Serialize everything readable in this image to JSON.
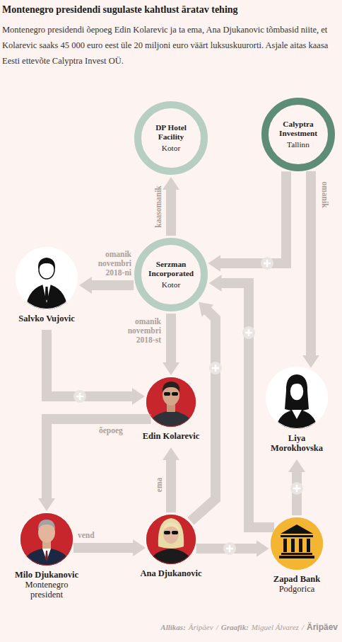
{
  "diagram": {
    "title": "Montenegro presidendi sugulaste kahtlust äratav tehing",
    "caption": "Montenegro presidendi õepoeg Edin Kolarevic ja ta ema, Ana Djukanovic tõmbasid niite, et Kolarevic saaks 45 000 euro eest üle 20 miljoni euro väärt luksuskuurorti. Asjale aitas kaasa Eesti ettevõte Calyptra Invest OÜ.",
    "nodes": [
      {
        "text": [
          "DP Hotel Facility",
          "Kotor"
        ]
      },
      {
        "text": [
          "Calyptra Investment",
          "Tallinn"
        ]
      },
      {
        "text": [
          "Serzman Incorporated",
          "Kotor"
        ]
      },
      {
        "text": [
          "Salvko Vujovic"
        ]
      },
      {
        "text": [
          "Edin Kolarevic"
        ]
      },
      {
        "text": [
          "Liya Morokhovska"
        ]
      },
      {
        "text": [
          "Milo Djukanovic",
          "Montenegro president"
        ]
      },
      {
        "text": [
          "Ana Djukanovic"
        ]
      },
      {
        "text": [
          "Zapad Bank",
          "Podgorica"
        ]
      }
    ],
    "edges": [
      {
        "from": 2,
        "to": 0,
        "label": "kaasomanik",
        "arrow": "to"
      },
      {
        "from": 2,
        "to": 3,
        "label": "omanik novembri 2018-ni",
        "arrow": "to"
      },
      {
        "from": 2,
        "to": 4,
        "label": "omanik novembri 2018-st",
        "arrow": "to"
      },
      {
        "from": 1,
        "to": 2,
        "arrow": "to"
      },
      {
        "from": 1,
        "to": 5,
        "label": "omanik",
        "arrow": "to"
      },
      {
        "from": 3,
        "to": 4,
        "arrow": "to"
      },
      {
        "from": 4,
        "to": 6,
        "label": "õepoeg",
        "arrow": "to"
      },
      {
        "from": 6,
        "to": 7,
        "label": "vend",
        "arrow": "to"
      },
      {
        "from": 7,
        "to": 4,
        "label": "ema",
        "arrow": "to"
      },
      {
        "from": 7,
        "to": 2,
        "arrow": "to"
      },
      {
        "from": 7,
        "to": 8,
        "arrow": "to"
      },
      {
        "from": 8,
        "to": 2,
        "arrow": "to"
      },
      {
        "from": 8,
        "to": 5,
        "arrow": "to"
      }
    ],
    "labels": [
      "Allikas:",
      "Äripäev",
      "/",
      "Graafik:",
      "Miguel Álvarez",
      "/",
      "Äripäev"
    ]
  }
}
